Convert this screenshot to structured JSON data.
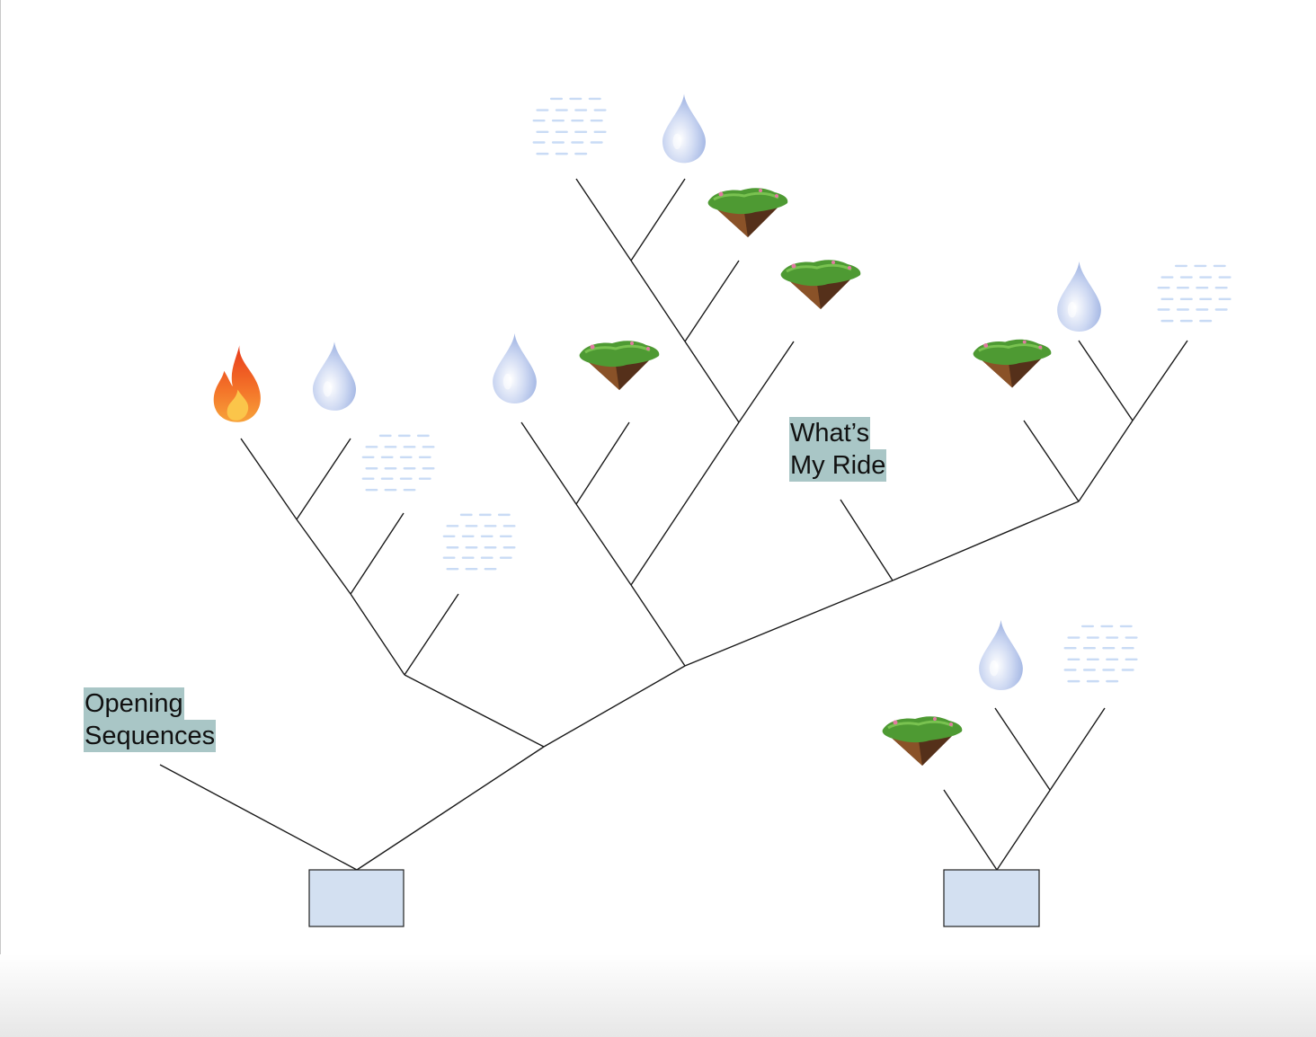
{
  "diagram": {
    "labels": {
      "opening_line1": "Opening",
      "opening_line2": "Sequences",
      "ride_line1": "What’s",
      "ride_line2": "My Ride"
    },
    "colors": {
      "line": "#1a1a1a",
      "base_fill": "#d3e0f1",
      "base_stroke": "#222222",
      "label_highlight": "#a9c6c6",
      "water_drop": "#b8c8ec",
      "flame": "#f07a1e",
      "grass": "#3f8f2e",
      "soil": "#6b4020",
      "wave": "#c9dbf5"
    },
    "icons": [
      "fire-icon",
      "water-drop-icon",
      "grass-island-icon",
      "water-waves-icon"
    ]
  }
}
